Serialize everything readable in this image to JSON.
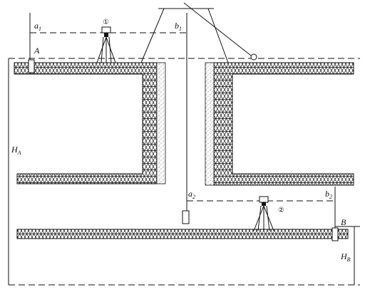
{
  "labels": {
    "point_a": "A",
    "point_b": "B",
    "reading_a1": "a",
    "reading_a1_sub": "1",
    "reading_b1": "b",
    "reading_b1_sub": "1",
    "reading_a2": "a",
    "reading_a2_sub": "2",
    "reading_b2": "b",
    "reading_b2_sub": "2",
    "height_a": "H",
    "height_a_sub": "A",
    "height_b": "H",
    "height_b_sub": "B",
    "station_1": "①",
    "station_2": "②"
  }
}
